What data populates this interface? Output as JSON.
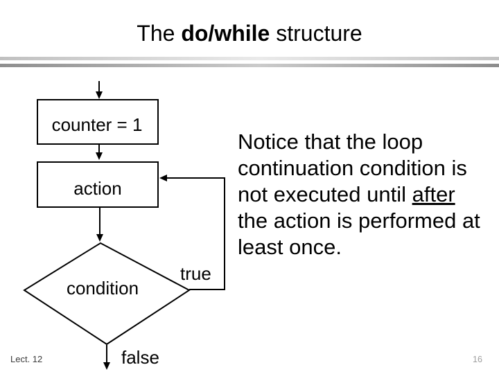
{
  "slide": {
    "title": {
      "prefix": "The ",
      "bold": "do/while",
      "suffix": " structure"
    },
    "flowchart": {
      "counter_box": "counter = 1",
      "action_box": "action",
      "condition_diamond": "condition",
      "true_label": "true",
      "false_label": "false"
    },
    "note": {
      "line1": "Notice that the loop",
      "line2": "continuation condition is",
      "line3_prefix": "not executed until ",
      "line3_underlined": "after",
      "line4": "the action is performed at",
      "line5": "least once."
    },
    "footer": {
      "lecture": "Lect. 12",
      "page_number": "16"
    },
    "colors": {
      "divider_top_edge": "#c0c0c0",
      "divider_top_mid": "#eaeaea",
      "divider_bottom_edge": "#8c8c8c",
      "divider_bottom_mid": "#cbcbcb",
      "shape_stroke": "#000000",
      "text": "#000000",
      "page_number_text": "#9e9e9e"
    }
  }
}
